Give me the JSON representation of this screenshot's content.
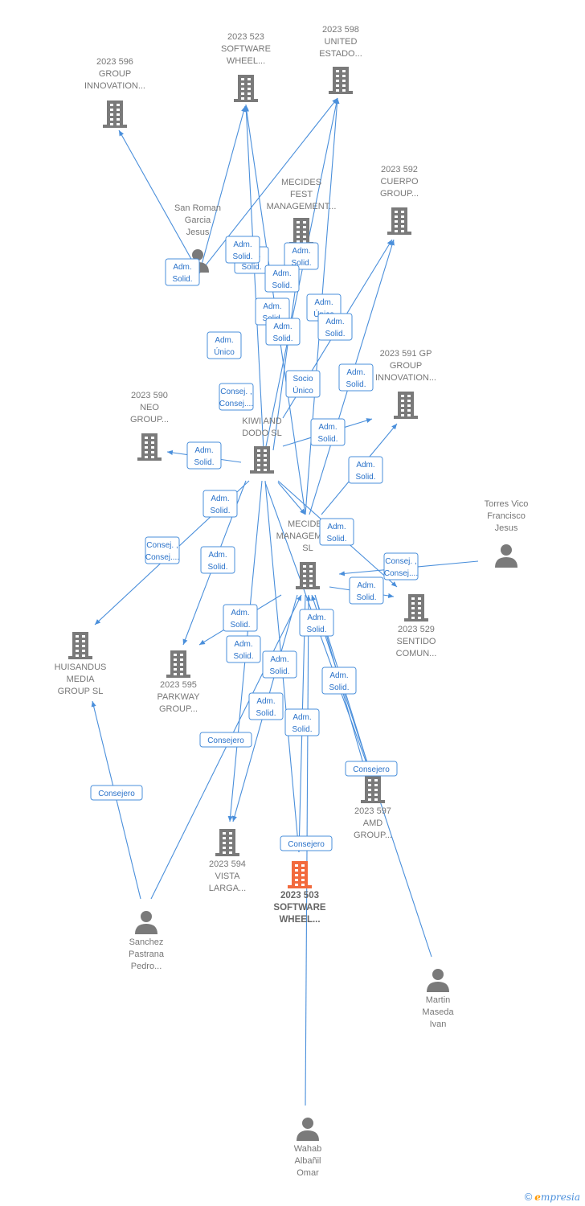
{
  "companies": [
    {
      "id": "c596",
      "lines": [
        "2023 596",
        "GROUP",
        "INNOVATION..."
      ],
      "main": false
    },
    {
      "id": "c523",
      "lines": [
        "2023 523",
        "SOFTWARE",
        "WHEEL..."
      ],
      "main": false
    },
    {
      "id": "c598",
      "lines": [
        "2023 598",
        "UNITED",
        "ESTADO..."
      ],
      "main": false
    },
    {
      "id": "cmfest",
      "lines": [
        "MECIDES",
        "FEST",
        "MANAGEMENT..."
      ],
      "main": false
    },
    {
      "id": "c592",
      "lines": [
        "2023 592",
        "CUERPO",
        "GROUP..."
      ],
      "main": false
    },
    {
      "id": "c591",
      "lines": [
        "2023 591 GP",
        "GROUP",
        "INNOVATION..."
      ],
      "main": false
    },
    {
      "id": "c590",
      "lines": [
        "2023 590",
        "NEO",
        "GROUP..."
      ],
      "main": false
    },
    {
      "id": "ckiwi",
      "lines": [
        "KIWI AND",
        "DODO  SL"
      ],
      "main": false
    },
    {
      "id": "cmecman",
      "lines": [
        "MECIDES",
        "MANAGEMENT",
        "SL"
      ],
      "main": false
    },
    {
      "id": "c529",
      "lines": [
        "2023 529",
        "SENTIDO",
        "COMUN..."
      ],
      "main": false
    },
    {
      "id": "chuis",
      "lines": [
        "HUISANDUS",
        "MEDIA",
        "GROUP  SL"
      ],
      "main": false
    },
    {
      "id": "c595",
      "lines": [
        "2023 595",
        "PARKWAY",
        "GROUP..."
      ],
      "main": false
    },
    {
      "id": "c597",
      "lines": [
        "2023 597",
        "AMD",
        "GROUP..."
      ],
      "main": false
    },
    {
      "id": "c594",
      "lines": [
        "2023 594",
        "VISTA",
        "LARGA..."
      ],
      "main": false
    },
    {
      "id": "c503",
      "lines": [
        "2023 503",
        "SOFTWARE",
        "WHEEL..."
      ],
      "main": true
    }
  ],
  "people": [
    {
      "id": "psanroman",
      "lines": [
        "San Roman",
        "Garcia",
        "Jesus"
      ]
    },
    {
      "id": "ptorres",
      "lines": [
        "Torres Vico",
        "Francisco",
        "Jesus"
      ]
    },
    {
      "id": "psanchez",
      "lines": [
        "Sanchez",
        "Pastrana",
        "Pedro..."
      ]
    },
    {
      "id": "pmartin",
      "lines": [
        "Martin",
        "Maseda",
        "Ivan"
      ]
    },
    {
      "id": "pwahab",
      "lines": [
        "Wahab",
        "Albañil",
        "Omar"
      ]
    }
  ],
  "edge_tags": [
    [
      "Adm.",
      "Solid."
    ],
    [
      "Adm.",
      "Único"
    ],
    [
      "Adm.",
      "Solid."
    ],
    [
      "Adm.",
      "Solid."
    ],
    [
      "Adm.",
      "Solid."
    ],
    [
      "Adm.",
      "Solid."
    ],
    [
      "Adm.",
      "Solid."
    ],
    [
      "Adm.",
      "Único"
    ],
    [
      "Consej. ,",
      "Consej...."
    ],
    [
      "Socio",
      "Único"
    ],
    [
      "Adm.",
      "Solid."
    ],
    [
      "Adm.",
      "Solid."
    ],
    [
      "Adm.",
      "Solid."
    ],
    [
      "Adm.",
      "Solid."
    ],
    [
      "Adm.",
      "Solid."
    ],
    [
      "Adm.",
      "Solid."
    ],
    [
      "Consej. ,",
      "Consej...."
    ],
    [
      "Adm.",
      "Solid."
    ],
    [
      "Adm.",
      "Solid."
    ],
    [
      "Consej. ,",
      "Consej...."
    ],
    [
      "Adm.",
      "Solid."
    ],
    [
      "Adm.",
      "Solid."
    ],
    [
      "Adm.",
      "Solid."
    ],
    [
      "Adm.",
      "Solid."
    ],
    [
      "Adm.",
      "Solid."
    ],
    [
      "Adm.",
      "Solid."
    ],
    [
      "Adm.",
      "Solid."
    ],
    [
      "Adm.",
      "Solid."
    ],
    [
      "Consejero"
    ],
    [
      "Consejero"
    ],
    [
      "Consejero"
    ],
    [
      "Consejero"
    ],
    [
      "Adm.",
      "Solid."
    ]
  ],
  "footer": {
    "copyright": "©",
    "brand_first": "e",
    "brand_rest": "mpresia"
  },
  "colors": {
    "edge": "#4a8fdb",
    "node": "#7a7a7a",
    "main_node": "#f26a3d"
  }
}
